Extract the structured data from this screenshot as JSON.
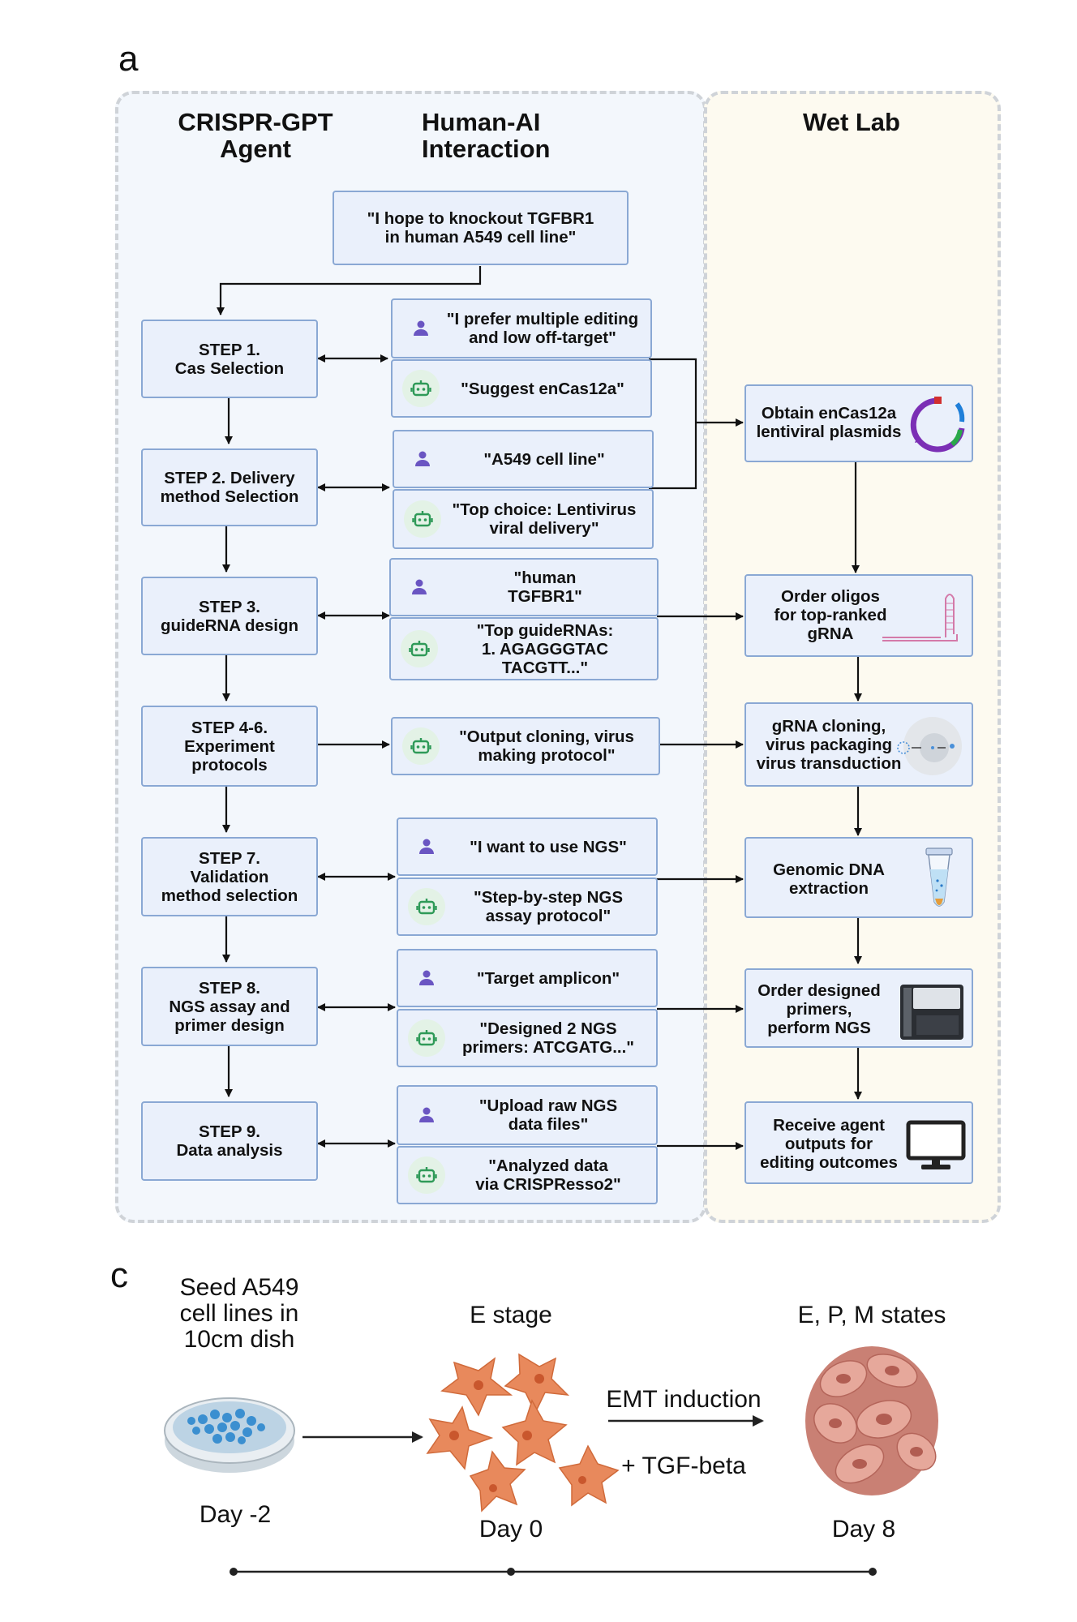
{
  "panel_a": {
    "letter": "a",
    "headers": {
      "agent": "CRISPR-GPT\nAgent",
      "interaction": "Human-AI\nInteraction",
      "wetlab": "Wet Lab"
    },
    "initial_request": "\"I hope to knockout TGFBR1\nin human A549 cell line\"",
    "steps": [
      {
        "label": "STEP 1.\nCas Selection"
      },
      {
        "label": "STEP 2. Delivery\nmethod Selection"
      },
      {
        "label": "STEP 3.\nguideRNA design"
      },
      {
        "label": "STEP 4-6.\nExperiment\nprotocols"
      },
      {
        "label": "STEP 7.\nValidation\nmethod selection"
      },
      {
        "label": "STEP 8.\nNGS assay and\nprimer design"
      },
      {
        "label": "STEP 9.\nData analysis"
      }
    ],
    "messages": [
      {
        "role": "user",
        "text": "\"I prefer multiple editing\nand low off-target\""
      },
      {
        "role": "agent",
        "text": "\"Suggest enCas12a\""
      },
      {
        "role": "user",
        "text": "\"A549 cell line\""
      },
      {
        "role": "agent",
        "text": "\"Top choice: Lentivirus\nviral delivery\""
      },
      {
        "role": "user",
        "text": "\"human\nTGFBR1\""
      },
      {
        "role": "agent",
        "text": "\"Top guideRNAs:\n1. AGAGGGTAC\nTACGTT...\""
      },
      {
        "role": "agent",
        "text": "\"Output cloning, virus\nmaking protocol\""
      },
      {
        "role": "user",
        "text": "\"I want to use NGS\""
      },
      {
        "role": "agent",
        "text": "\"Step-by-step NGS\nassay protocol\""
      },
      {
        "role": "user",
        "text": "\"Target amplicon\""
      },
      {
        "role": "agent",
        "text": "\"Designed 2 NGS\nprimers: ATCGATG...\""
      },
      {
        "role": "user",
        "text": "\"Upload raw NGS\ndata files\""
      },
      {
        "role": "agent",
        "text": "\"Analyzed data\nvia CRISPResso2\""
      }
    ],
    "wetlab": [
      {
        "text": "Obtain enCas12a\nlentiviral plasmids",
        "icon": "plasmid-icon"
      },
      {
        "text": "Order oligos\nfor top-ranked\ngRNA",
        "icon": "grna-hairpin-icon"
      },
      {
        "text": "gRNA cloning,\nvirus packaging\nvirus transduction",
        "icon": "virus-transduction-icon"
      },
      {
        "text": "Genomic DNA\nextraction",
        "icon": "test-tube-icon"
      },
      {
        "text": "Order designed\nprimers,\nperform NGS",
        "icon": "sequencer-icon"
      },
      {
        "text": "Receive agent\noutputs for\nediting outcomes",
        "icon": "computer-monitor-icon"
      }
    ],
    "colors": {
      "box_fill": "#eaf0fb",
      "box_border": "#8aa8d4",
      "agent_bg": "#f3f7fc",
      "wetlab_bg": "#fdfaf0",
      "user_icon": "#6a55c2",
      "bot_icon": "#2f9a58"
    }
  },
  "panel_c": {
    "letter": "c",
    "stage1_label": "Seed A549\ncell lines in\n10cm dish",
    "stage2_label": "E stage",
    "stage3_label": "E, P, M states",
    "arrow_top": "EMT induction",
    "arrow_bottom": "+ TGF-beta",
    "day1": "Day -2",
    "day2": "Day 0",
    "day3": "Day 8"
  }
}
